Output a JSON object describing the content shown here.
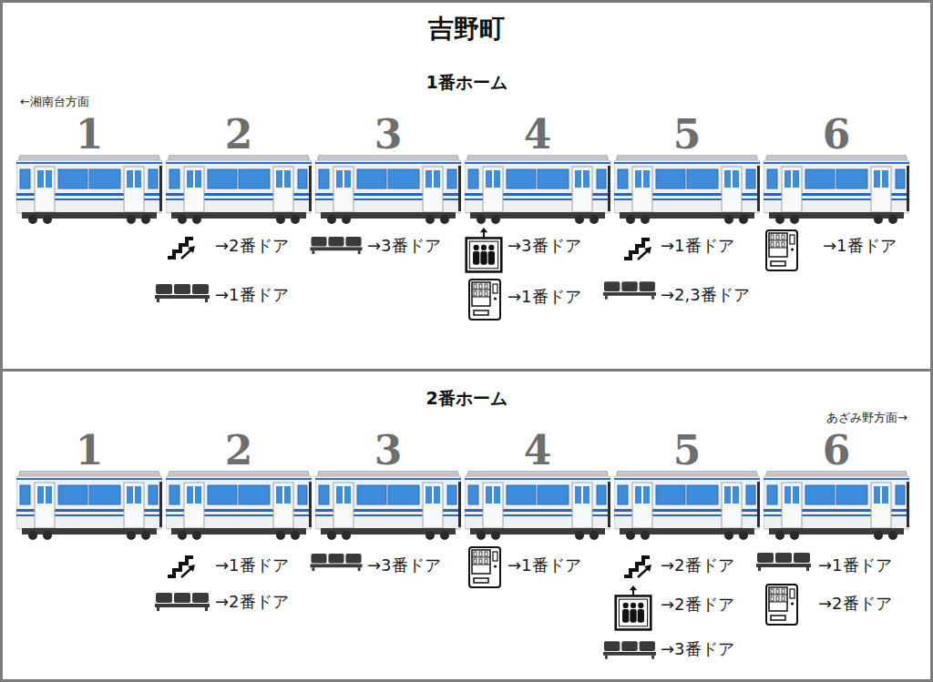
{
  "diagram": {
    "title": "吉野町",
    "nodes": [
      {
        "text": [
          "1番ホーム"
        ]
      },
      {
        "text": [
          "1"
        ],
        "in": 0
      },
      {
        "text": [
          "2"
        ],
        "in": 0
      },
      {
        "text": [
          "3"
        ],
        "in": 0
      },
      {
        "text": [
          "4"
        ],
        "in": 0
      },
      {
        "text": [
          "5"
        ],
        "in": 0
      },
      {
        "text": [
          "6"
        ],
        "in": 0
      },
      {
        "text": [
          "2番ホーム"
        ]
      },
      {
        "text": [
          "1"
        ],
        "in": 7
      },
      {
        "text": [
          "2"
        ],
        "in": 7
      },
      {
        "text": [
          "3"
        ],
        "in": 7
      },
      {
        "text": [
          "4"
        ],
        "in": 7
      },
      {
        "text": [
          "5"
        ],
        "in": 7
      },
      {
        "text": [
          "6"
        ],
        "in": 7
      }
    ],
    "labels": [
      "←湘南台方面",
      "→2番ドア",
      "→3番ドア",
      "→3番ドア",
      "→1番ドア",
      "→1番ドア",
      "→1番ドア",
      "→1番ドア",
      "→2,3番ドア",
      "あざみ野方面→",
      "→1番ドア",
      "→3番ドア",
      "→1番ドア",
      "→2番ドア",
      "→1番ドア",
      "→2番ドア",
      "→2番ドア",
      "→2番ドア",
      "→3番ドア"
    ]
  }
}
